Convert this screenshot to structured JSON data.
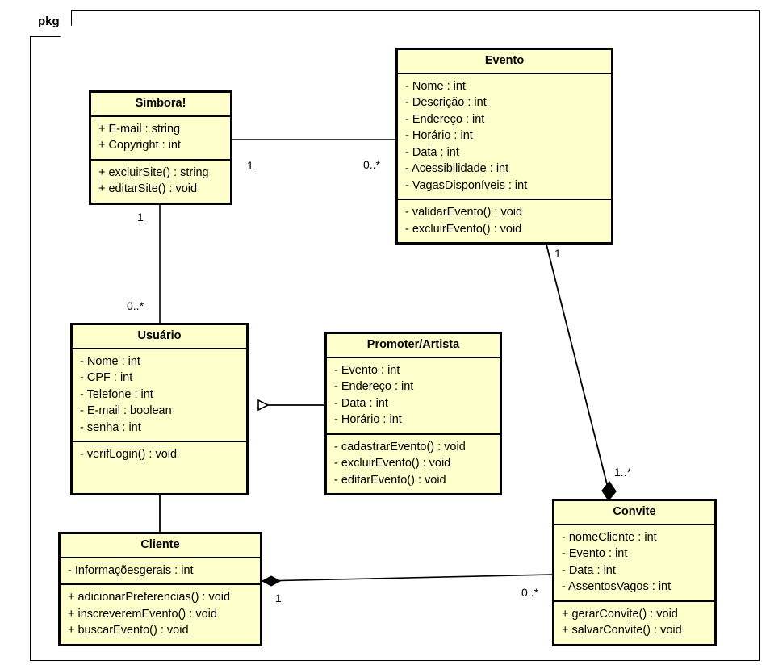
{
  "diagram": {
    "type": "uml-class-diagram",
    "package_label": "pkg",
    "background": "#ffffff",
    "class_fill": "#ffffcc",
    "class_stroke": "#000000"
  },
  "classes": {
    "simbora": {
      "name": "Simbora!",
      "attributes": [
        "+ E-mail : string",
        "+ Copyright : int"
      ],
      "operations": [
        "+ excluirSite() : string",
        "+ editarSite() : void"
      ]
    },
    "evento": {
      "name": "Evento",
      "attributes": [
        "- Nome : int",
        "- Descrição : int",
        "- Endereço : int",
        "- Horário : int",
        "- Data : int",
        "- Acessibilidade : int",
        "- VagasDisponíveis : int"
      ],
      "operations": [
        "- validarEvento() : void",
        "- excluirEvento() : void"
      ]
    },
    "usuario": {
      "name": "Usuário",
      "attributes": [
        "- Nome : int",
        "- CPF : int",
        "- Telefone : int",
        "- E-mail : boolean",
        "- senha : int"
      ],
      "operations": [
        "- verifLogin() : void"
      ]
    },
    "promoter": {
      "name": "Promoter/Artista",
      "attributes": [
        "- Evento : int",
        "- Endereço : int",
        "- Data : int",
        "- Horário : int"
      ],
      "operations": [
        "- cadastrarEvento() : void",
        "- excluirEvento() : void",
        "- editarEvento() : void"
      ]
    },
    "cliente": {
      "name": "Cliente",
      "attributes": [
        "- Informaçõesgerais : int"
      ],
      "operations": [
        "+ adicionarPreferencias() : void",
        "+ inscreveremEvento() : void",
        "+ buscarEvento() : void"
      ]
    },
    "convite": {
      "name": "Convite",
      "attributes": [
        "- nomeCliente : int",
        "- Evento : int",
        "- Data : int",
        "- AssentosVagos : int"
      ],
      "operations": [
        "+ gerarConvite() : void",
        "+ salvarConvite() : void"
      ]
    }
  },
  "relations": [
    {
      "id": "simbora-evento",
      "kind": "association",
      "from": "simbora",
      "to": "evento",
      "source_multiplicity": "1",
      "target_multiplicity": "0..*"
    },
    {
      "id": "simbora-usuario",
      "kind": "association",
      "from": "simbora",
      "to": "usuario",
      "source_multiplicity": "1",
      "target_multiplicity": "0..*"
    },
    {
      "id": "evento-convite",
      "kind": "composition",
      "from": "evento",
      "to": "convite",
      "source_multiplicity": "1",
      "target_multiplicity": "1..*"
    },
    {
      "id": "cliente-convite",
      "kind": "composition",
      "from": "cliente",
      "to": "convite",
      "source_multiplicity": "1",
      "target_multiplicity": "0..*"
    },
    {
      "id": "promoter-usuario",
      "kind": "generalization",
      "from": "promoter",
      "to": "usuario"
    },
    {
      "id": "cliente-usuario",
      "kind": "generalization",
      "from": "cliente",
      "to": "usuario"
    }
  ],
  "multiplicity_labels": {
    "simbora_evento_src": "1",
    "simbora_evento_tgt": "0..*",
    "simbora_usuario_src": "1",
    "simbora_usuario_tgt": "0..*",
    "evento_convite_src": "1",
    "evento_convite_tgt": "1..*",
    "cliente_convite_src": "1",
    "cliente_convite_tgt": "0..*"
  }
}
